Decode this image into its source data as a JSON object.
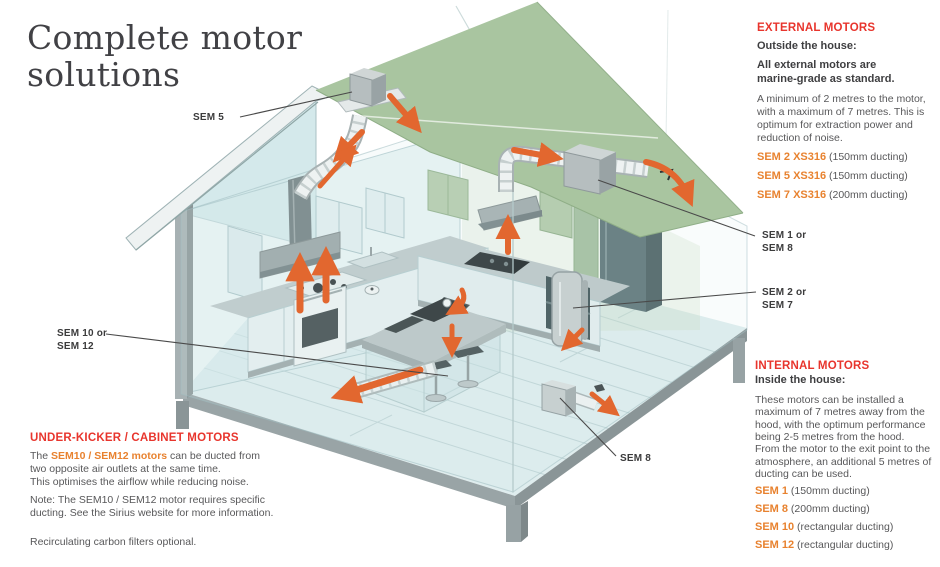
{
  "title": "Complete motor\nsolutions",
  "colors": {
    "heading_red": "#e8352d",
    "model_orange": "#e8822f",
    "arrow_orange": "#e2672f",
    "roof_green": "#a9c5a0",
    "wall_blue": "#d8eaec"
  },
  "external": {
    "heading": "EXTERNAL MOTORS",
    "sub1": "Outside the house:",
    "sub2": "All external motors are\nmarine-grade as standard.",
    "body": "A minimum of 2 metres to the motor,\nwith a maximum of 7 metres. This is\noptimum for extraction power and\nreduction of noise.",
    "models": [
      {
        "name": "SEM 2 XS316",
        "spec": " (150mm ducting)"
      },
      {
        "name": "SEM 5 XS316",
        "spec": " (150mm ducting)"
      },
      {
        "name": "SEM 7 XS316",
        "spec": " (200mm ducting)"
      }
    ]
  },
  "internal": {
    "heading": "INTERNAL MOTORS",
    "sub1": "Inside the house:",
    "body": "These motors can be installed a\nmaximum of 7 metres away from the\nhood, with the optimum performance\nbeing 2-5 metres from the hood.\nFrom the motor to the exit point to the\natmosphere, an additional 5 metres of\nducting can be used.",
    "models": [
      {
        "name": "SEM 1",
        "spec": " (150mm ducting)"
      },
      {
        "name": "SEM 8",
        "spec": " (200mm ducting)"
      },
      {
        "name": "SEM 10",
        "spec": " (rectangular ducting)"
      },
      {
        "name": "SEM 12",
        "spec": " (rectangular ducting)"
      }
    ]
  },
  "under_kicker": {
    "heading": "UNDER-KICKER / CABINET MOTORS",
    "body_prefix": "The ",
    "body_highlight": "SEM10 / SEM12 motors",
    "body_suffix": " can be ducted from\ntwo opposite air outlets at the same time.\nThis optimises the airflow while reducing noise.",
    "note": "Note: The SEM10 / SEM12 motor requires specific\nducting. See the Sirius website for more information.",
    "footer": "Recirculating carbon filters optional."
  },
  "diagram_labels": {
    "sem5": "SEM 5",
    "sem10_12": "SEM 10 or\nSEM 12",
    "sem1_8": "SEM 1 or\nSEM 8",
    "sem2_7": "SEM 2 or\nSEM 7",
    "sem8": "SEM 8"
  }
}
